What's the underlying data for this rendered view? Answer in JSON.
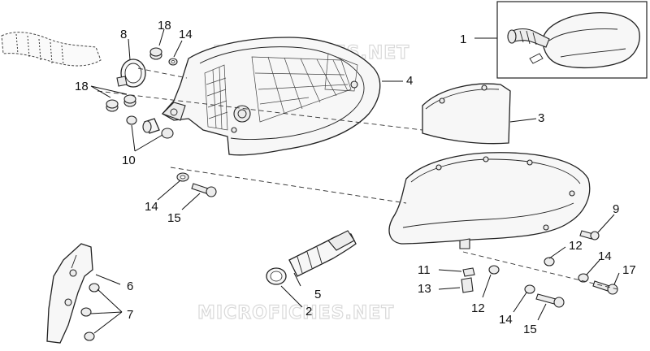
{
  "watermark": "MICROFICHES.NET",
  "callouts": [
    {
      "id": "c1",
      "text": "1"
    },
    {
      "id": "c2",
      "text": "2"
    },
    {
      "id": "c3",
      "text": "3"
    },
    {
      "id": "c4",
      "text": "4"
    },
    {
      "id": "c5",
      "text": "5"
    },
    {
      "id": "c6",
      "text": "6"
    },
    {
      "id": "c7",
      "text": "7"
    },
    {
      "id": "c8",
      "text": "8"
    },
    {
      "id": "c9",
      "text": "9"
    },
    {
      "id": "c10",
      "text": "10"
    },
    {
      "id": "c11",
      "text": "11"
    },
    {
      "id": "c12a",
      "text": "12"
    },
    {
      "id": "c12b",
      "text": "12"
    },
    {
      "id": "c13",
      "text": "13"
    },
    {
      "id": "c14a",
      "text": "14"
    },
    {
      "id": "c14b",
      "text": "14"
    },
    {
      "id": "c14c",
      "text": "14"
    },
    {
      "id": "c14d",
      "text": "14"
    },
    {
      "id": "c15a",
      "text": "15"
    },
    {
      "id": "c15b",
      "text": "15"
    },
    {
      "id": "c17",
      "text": "17"
    },
    {
      "id": "c18a",
      "text": "18"
    },
    {
      "id": "c18b",
      "text": "18"
    }
  ]
}
